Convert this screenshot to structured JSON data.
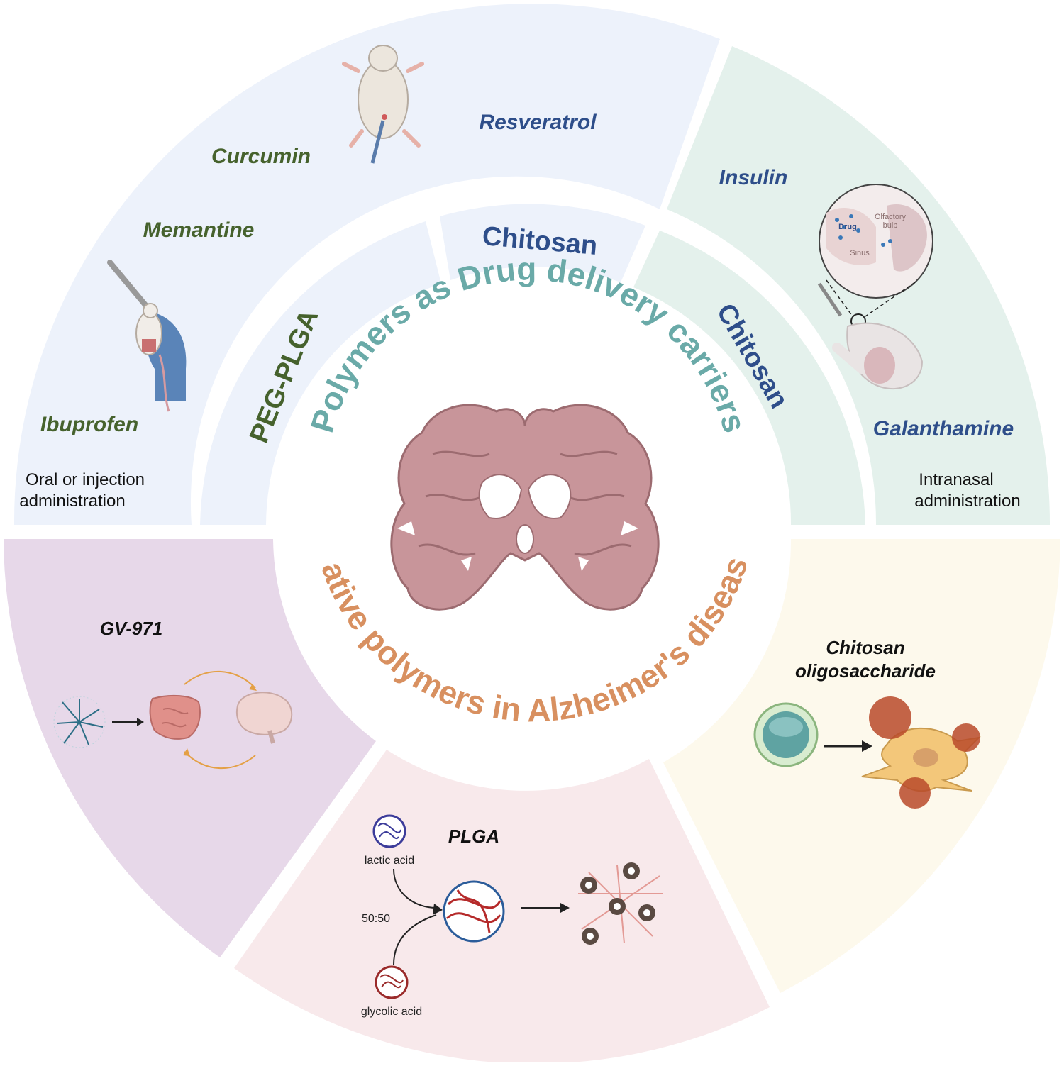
{
  "center_titles": {
    "top": "Polymers as Drug delivery carriers",
    "bottom": "Native polymers in Alzheimer's disease"
  },
  "top_left": {
    "drugs": [
      "Resveratrol",
      "Curcumin",
      "Memantine",
      "Ibuprofen"
    ],
    "route_line1": "Oral or injection",
    "route_line2": "administration",
    "polymers": [
      "Chitosan",
      "PEG-PLGA"
    ]
  },
  "top_right": {
    "drugs": [
      "Insulin",
      "Galanthamine"
    ],
    "route_line1": "Intranasal",
    "route_line2": "administration",
    "polymer": "Chitosan",
    "inset_labels": {
      "drug": "Drug",
      "olfactory_line1": "Olfactory",
      "olfactory_line2": "bulb",
      "sinus": "Sinus"
    }
  },
  "bottom_left": {
    "label": "GV-971"
  },
  "bottom_center": {
    "label": "PLGA",
    "lactic": "lactic acid",
    "glycolic": "glycolic acid",
    "ratio": "50:50"
  },
  "bottom_right": {
    "label_line1": "Chitosan",
    "label_line2": "oligosaccharide"
  },
  "colors": {
    "top_left_bg": "#edf2fb",
    "top_right_bg": "#e4f1ec",
    "bottom_left_bg": "#e7d8e9",
    "bottom_center_bg": "#f8e9eb",
    "bottom_right_bg": "#fdf9ec",
    "teal_title": "#6aaaa8",
    "orange_title": "#d89060",
    "blue_text": "#2e4e8a",
    "green_text": "#46622d",
    "brain": "#c8959a"
  }
}
